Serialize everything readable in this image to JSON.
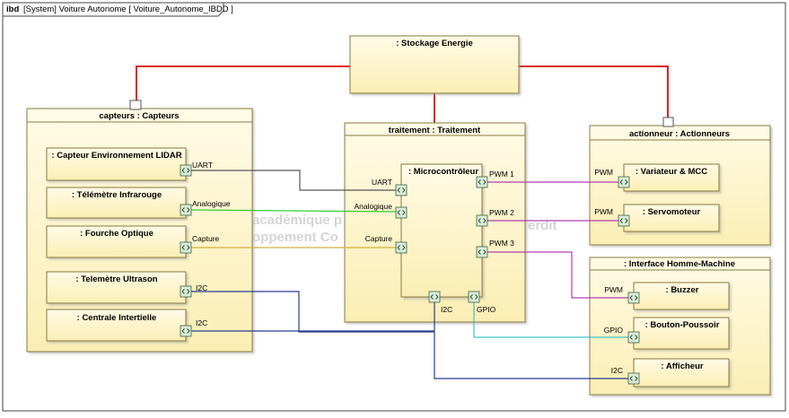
{
  "diagram": {
    "frame_kind": "ibd",
    "frame_title": "[System] Voiture Autonome [ Voiture_Autonome_IBDD ]",
    "watermark_lines": [
      "académique p",
      "oppement Co",
      "erdit"
    ],
    "colors": {
      "power": "#e02020",
      "uart": "#555555",
      "analog": "#33cc33",
      "capture": "#d4b040",
      "i2c": "#2a3a90",
      "pwm": "#b040b0",
      "gpio": "#40c0c0",
      "block_fill": "#fdf6cf",
      "block_border": "#8a7a40"
    },
    "blocks": {
      "stockage": {
        "title": ": Stockage Energie"
      },
      "capteurs": {
        "title": "capteurs : Capteurs"
      },
      "traitement": {
        "title": "traitement : Traitement"
      },
      "actionneur": {
        "title": "actionneur : Actionneurs"
      },
      "ihm": {
        "title": ": Interface Homme-Machine"
      },
      "lidar": {
        "title": ": Capteur Environnement LIDAR"
      },
      "telemetre_ir": {
        "title": ": Télémètre Infrarouge"
      },
      "fourche": {
        "title": ": Fourche Optique"
      },
      "telemetre_us": {
        "title": ": Telemètre Ultrason"
      },
      "centrale": {
        "title": ": Centrale Intertielle"
      },
      "micro": {
        "title": ": Microcontrôleur"
      },
      "variateur": {
        "title": ": Variateur & MCC"
      },
      "servo": {
        "title": ": Servomoteur"
      },
      "buzzer": {
        "title": ": Buzzer"
      },
      "bouton": {
        "title": ": Bouton-Poussoir"
      },
      "afficheur": {
        "title": ": Afficheur"
      }
    },
    "ports": {
      "lidar_out": "UART",
      "ir_out": "Analogique",
      "fourche_out": "Capture",
      "us_out": "I2C",
      "centrale_out": "I2C",
      "micro_uart": "UART",
      "micro_analog": "Analogique",
      "micro_capture": "Capture",
      "micro_pwm1": "PWM 1",
      "micro_pwm2": "PWM 2",
      "micro_pwm3": "PWM 3",
      "micro_i2c": "I2C",
      "micro_gpio": "GPIO",
      "variateur_in": "PWM",
      "servo_in": "PWM",
      "buzzer_in": "PWM",
      "bouton_in": "GPIO",
      "afficheur_in": "I2C"
    }
  }
}
